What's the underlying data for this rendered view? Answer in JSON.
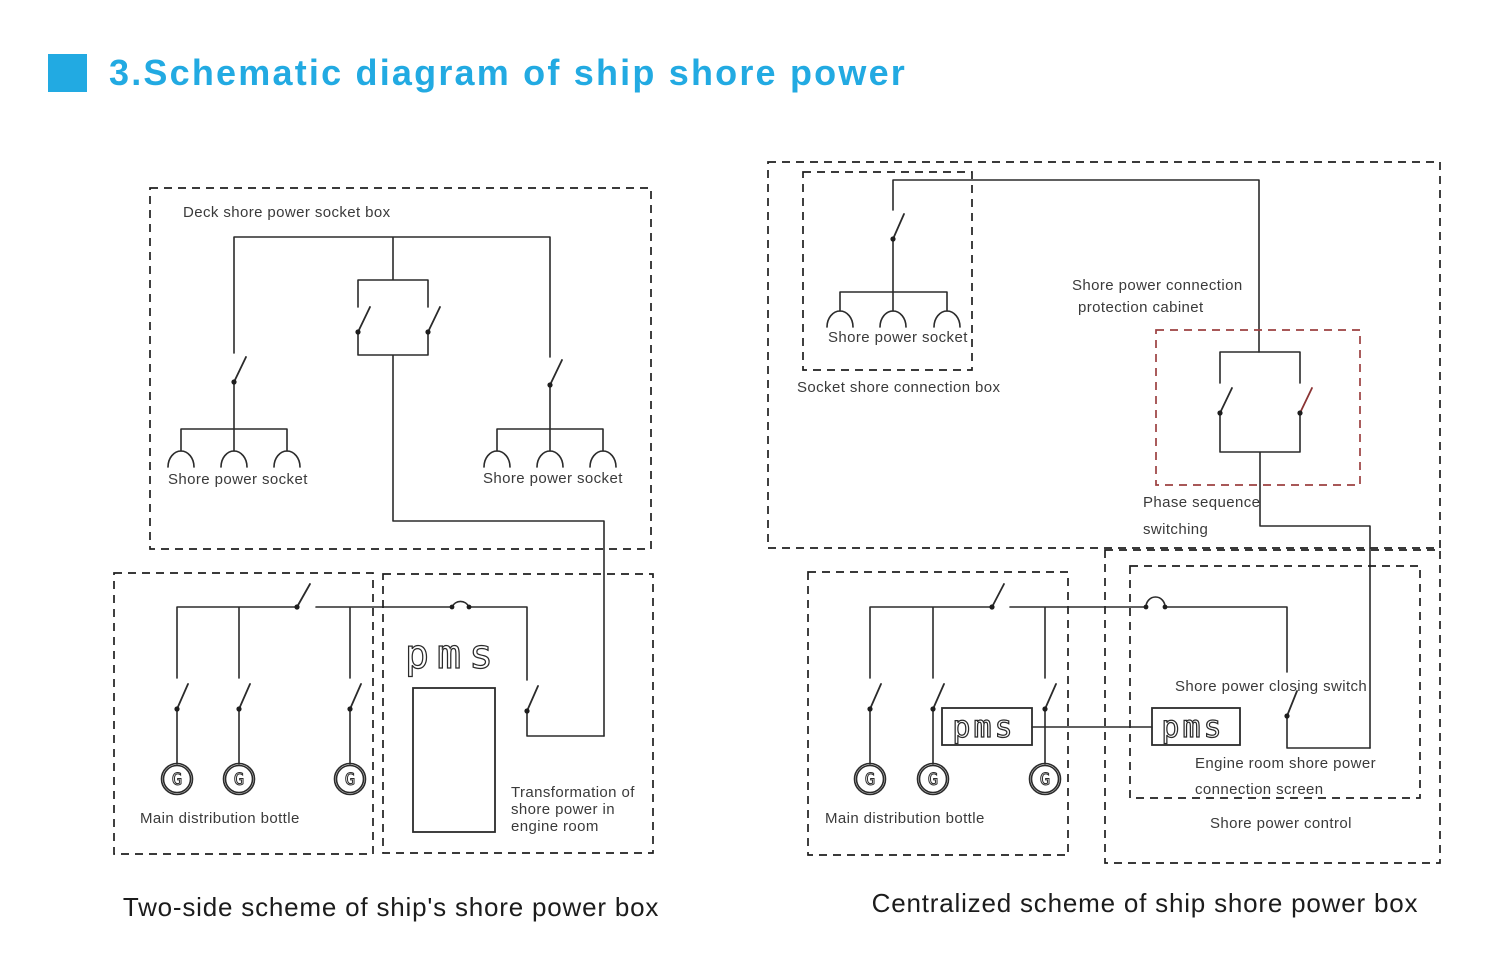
{
  "title": {
    "text": "3.Schematic diagram of ship shore power"
  },
  "colors": {
    "accent": "#22aae2",
    "line": "#2b2b2b",
    "label": "#3a3a3a",
    "red_box": "#9c4040",
    "red_blade": "#8b3434",
    "caption": "#1c1c1c"
  },
  "left_diagram": {
    "deck_box_label": "Deck shore power socket box",
    "shore_power_socket_left": "Shore power socket",
    "shore_power_socket_right": "Shore power socket",
    "main_distribution_label": "Main distribution bottle",
    "pms_label": "pms",
    "generator_letter": "G",
    "transformation_label": {
      "line1": "Transformation of",
      "line2": "shore power in",
      "line3": "engine room"
    },
    "caption": "Two-side scheme of ship's shore power box"
  },
  "right_diagram": {
    "protection_cabinet_label": {
      "line1": "Shore power connection",
      "line2": "protection cabinet"
    },
    "shore_power_socket_label": "Shore power socket",
    "socket_connection_box_label": "Socket shore connection box",
    "phase_sequence_label": {
      "line1": "Phase sequence",
      "line2": "switching"
    },
    "main_distribution_label": "Main distribution bottle",
    "pms_label_main": "pms",
    "pms_label_screen": "pms",
    "generator_letter": "G",
    "closing_switch_label": "Shore power closing switch",
    "engine_room_label": {
      "line1": "Engine room shore power",
      "line2": "connection screen"
    },
    "shore_power_control_label": "Shore power control",
    "caption": "Centralized scheme of ship shore power box"
  }
}
